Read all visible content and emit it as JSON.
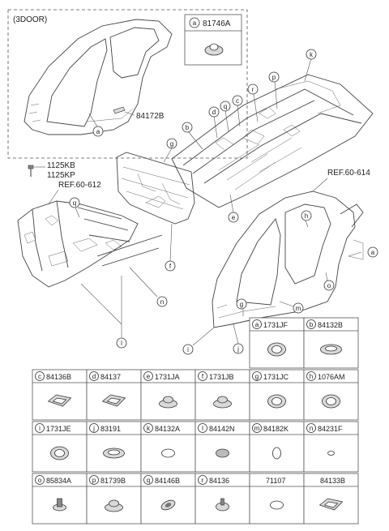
{
  "inset": {
    "title": "(3DOOR)",
    "part_number": "84172B",
    "callout": "a",
    "detail_key": "a",
    "detail_part": "81746A"
  },
  "bolts": [
    "1125KB",
    "1125KP"
  ],
  "refs": {
    "front": "REF.60-612",
    "side": "REF.60-614"
  },
  "callouts": {
    "b": "b",
    "c": "c",
    "d": "d",
    "e": "e",
    "f": "f",
    "g": "g",
    "h": "h",
    "i": "i",
    "j": "j",
    "k": "k",
    "l": "l",
    "m": "m",
    "n": "n",
    "o": "o",
    "p": "p",
    "q": "q",
    "r": "r",
    "a": "a"
  },
  "table": {
    "row1": [
      {
        "key": "a",
        "part": "1731JF"
      },
      {
        "key": "b",
        "part": "84132B"
      }
    ],
    "row2": [
      {
        "key": "c",
        "part": "84136B"
      },
      {
        "key": "d",
        "part": "84137"
      },
      {
        "key": "e",
        "part": "1731JA"
      },
      {
        "key": "f",
        "part": "1731JB"
      },
      {
        "key": "g",
        "part": "1731JC"
      },
      {
        "key": "h",
        "part": "1076AM"
      }
    ],
    "row3": [
      {
        "key": "i",
        "part": "1731JE"
      },
      {
        "key": "j",
        "part": "83191"
      },
      {
        "key": "k",
        "part": "84132A"
      },
      {
        "key": "l",
        "part": "84142N"
      },
      {
        "key": "m",
        "part": "84182K"
      },
      {
        "key": "n",
        "part": "84231F"
      }
    ],
    "row4": [
      {
        "key": "o",
        "part": "85834A"
      },
      {
        "key": "p",
        "part": "81739B"
      },
      {
        "key": "q",
        "part": "84146B"
      },
      {
        "key": "r",
        "part": "84136"
      },
      {
        "key": "",
        "part": "71107"
      },
      {
        "key": "",
        "part": "84133B"
      }
    ]
  }
}
